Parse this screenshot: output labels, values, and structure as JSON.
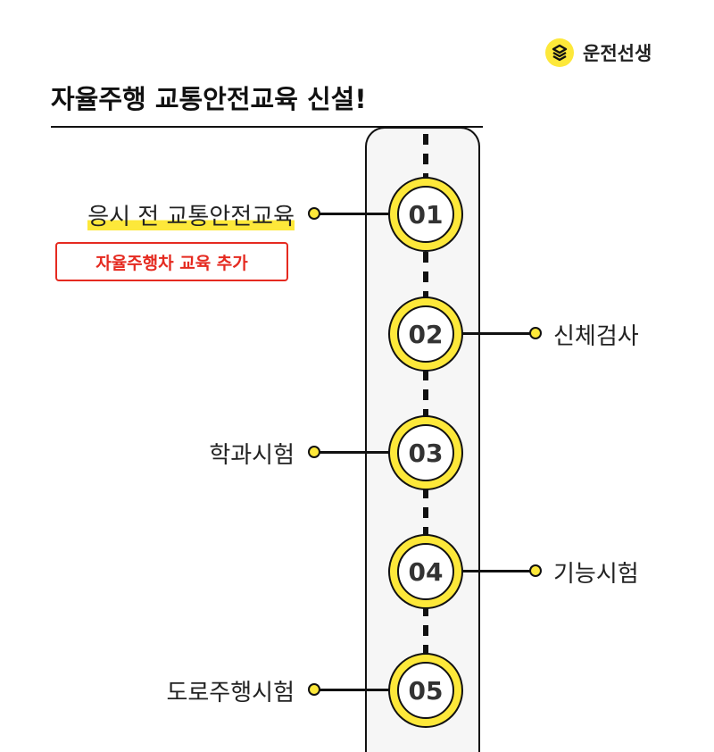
{
  "brand": {
    "name": "운전선생",
    "accent": "#fde83a"
  },
  "title": "자율주행 교통안전교육 신설!",
  "steps": [
    {
      "number": "01",
      "label": "응시 전 교통안전교육",
      "side": "left",
      "tag": "자율주행차 교육 추가"
    },
    {
      "number": "02",
      "label": "신체검사",
      "side": "right"
    },
    {
      "number": "03",
      "label": "학과시험",
      "side": "left"
    },
    {
      "number": "04",
      "label": "기능시험",
      "side": "right"
    },
    {
      "number": "05",
      "label": "도로주행시험",
      "side": "left"
    }
  ]
}
